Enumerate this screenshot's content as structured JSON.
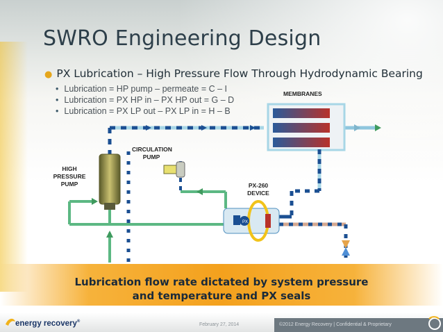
{
  "slide": {
    "title": "SWRO Engineering Design",
    "main_bullet": "PX Lubrication – High Pressure Flow Through Hydrodynamic Bearing",
    "sub_bullets": [
      "Lubrication = HP pump – permeate = C – I",
      "Lubrication = PX HP in – PX HP out = G – D",
      "Lubrication = PX LP out – PX LP in = H – B"
    ]
  },
  "diagram": {
    "labels": {
      "membranes": "MEMBRANES",
      "circulation_pump": [
        "CIRCULATION",
        "PUMP"
      ],
      "high_pressure_pump": [
        "HIGH",
        "PRESSURE",
        "PUMP"
      ],
      "px_device": [
        "PX-260",
        "DEVICE"
      ],
      "px_badge": "PX"
    },
    "colors": {
      "low_pressure_flow": "#5cb883",
      "high_pressure_flow": "#1b4f92",
      "concentrate_flow": "#c9845c",
      "permeate_flow": "#9ccfe6",
      "pipe": "#9fcfe0"
    }
  },
  "callout": {
    "line1": "Lubrication flow rate dictated by system pressure",
    "line2": "and temperature and PX seals"
  },
  "footer": {
    "logo_text": "energy recovery",
    "logo_tm": "®",
    "date": "February 27, 2014",
    "copyright": "©2012 Energy Recovery | Confidential & Proprietary"
  },
  "theme": {
    "accent": "#e5a61c",
    "title_color": "#2d3f4a"
  }
}
